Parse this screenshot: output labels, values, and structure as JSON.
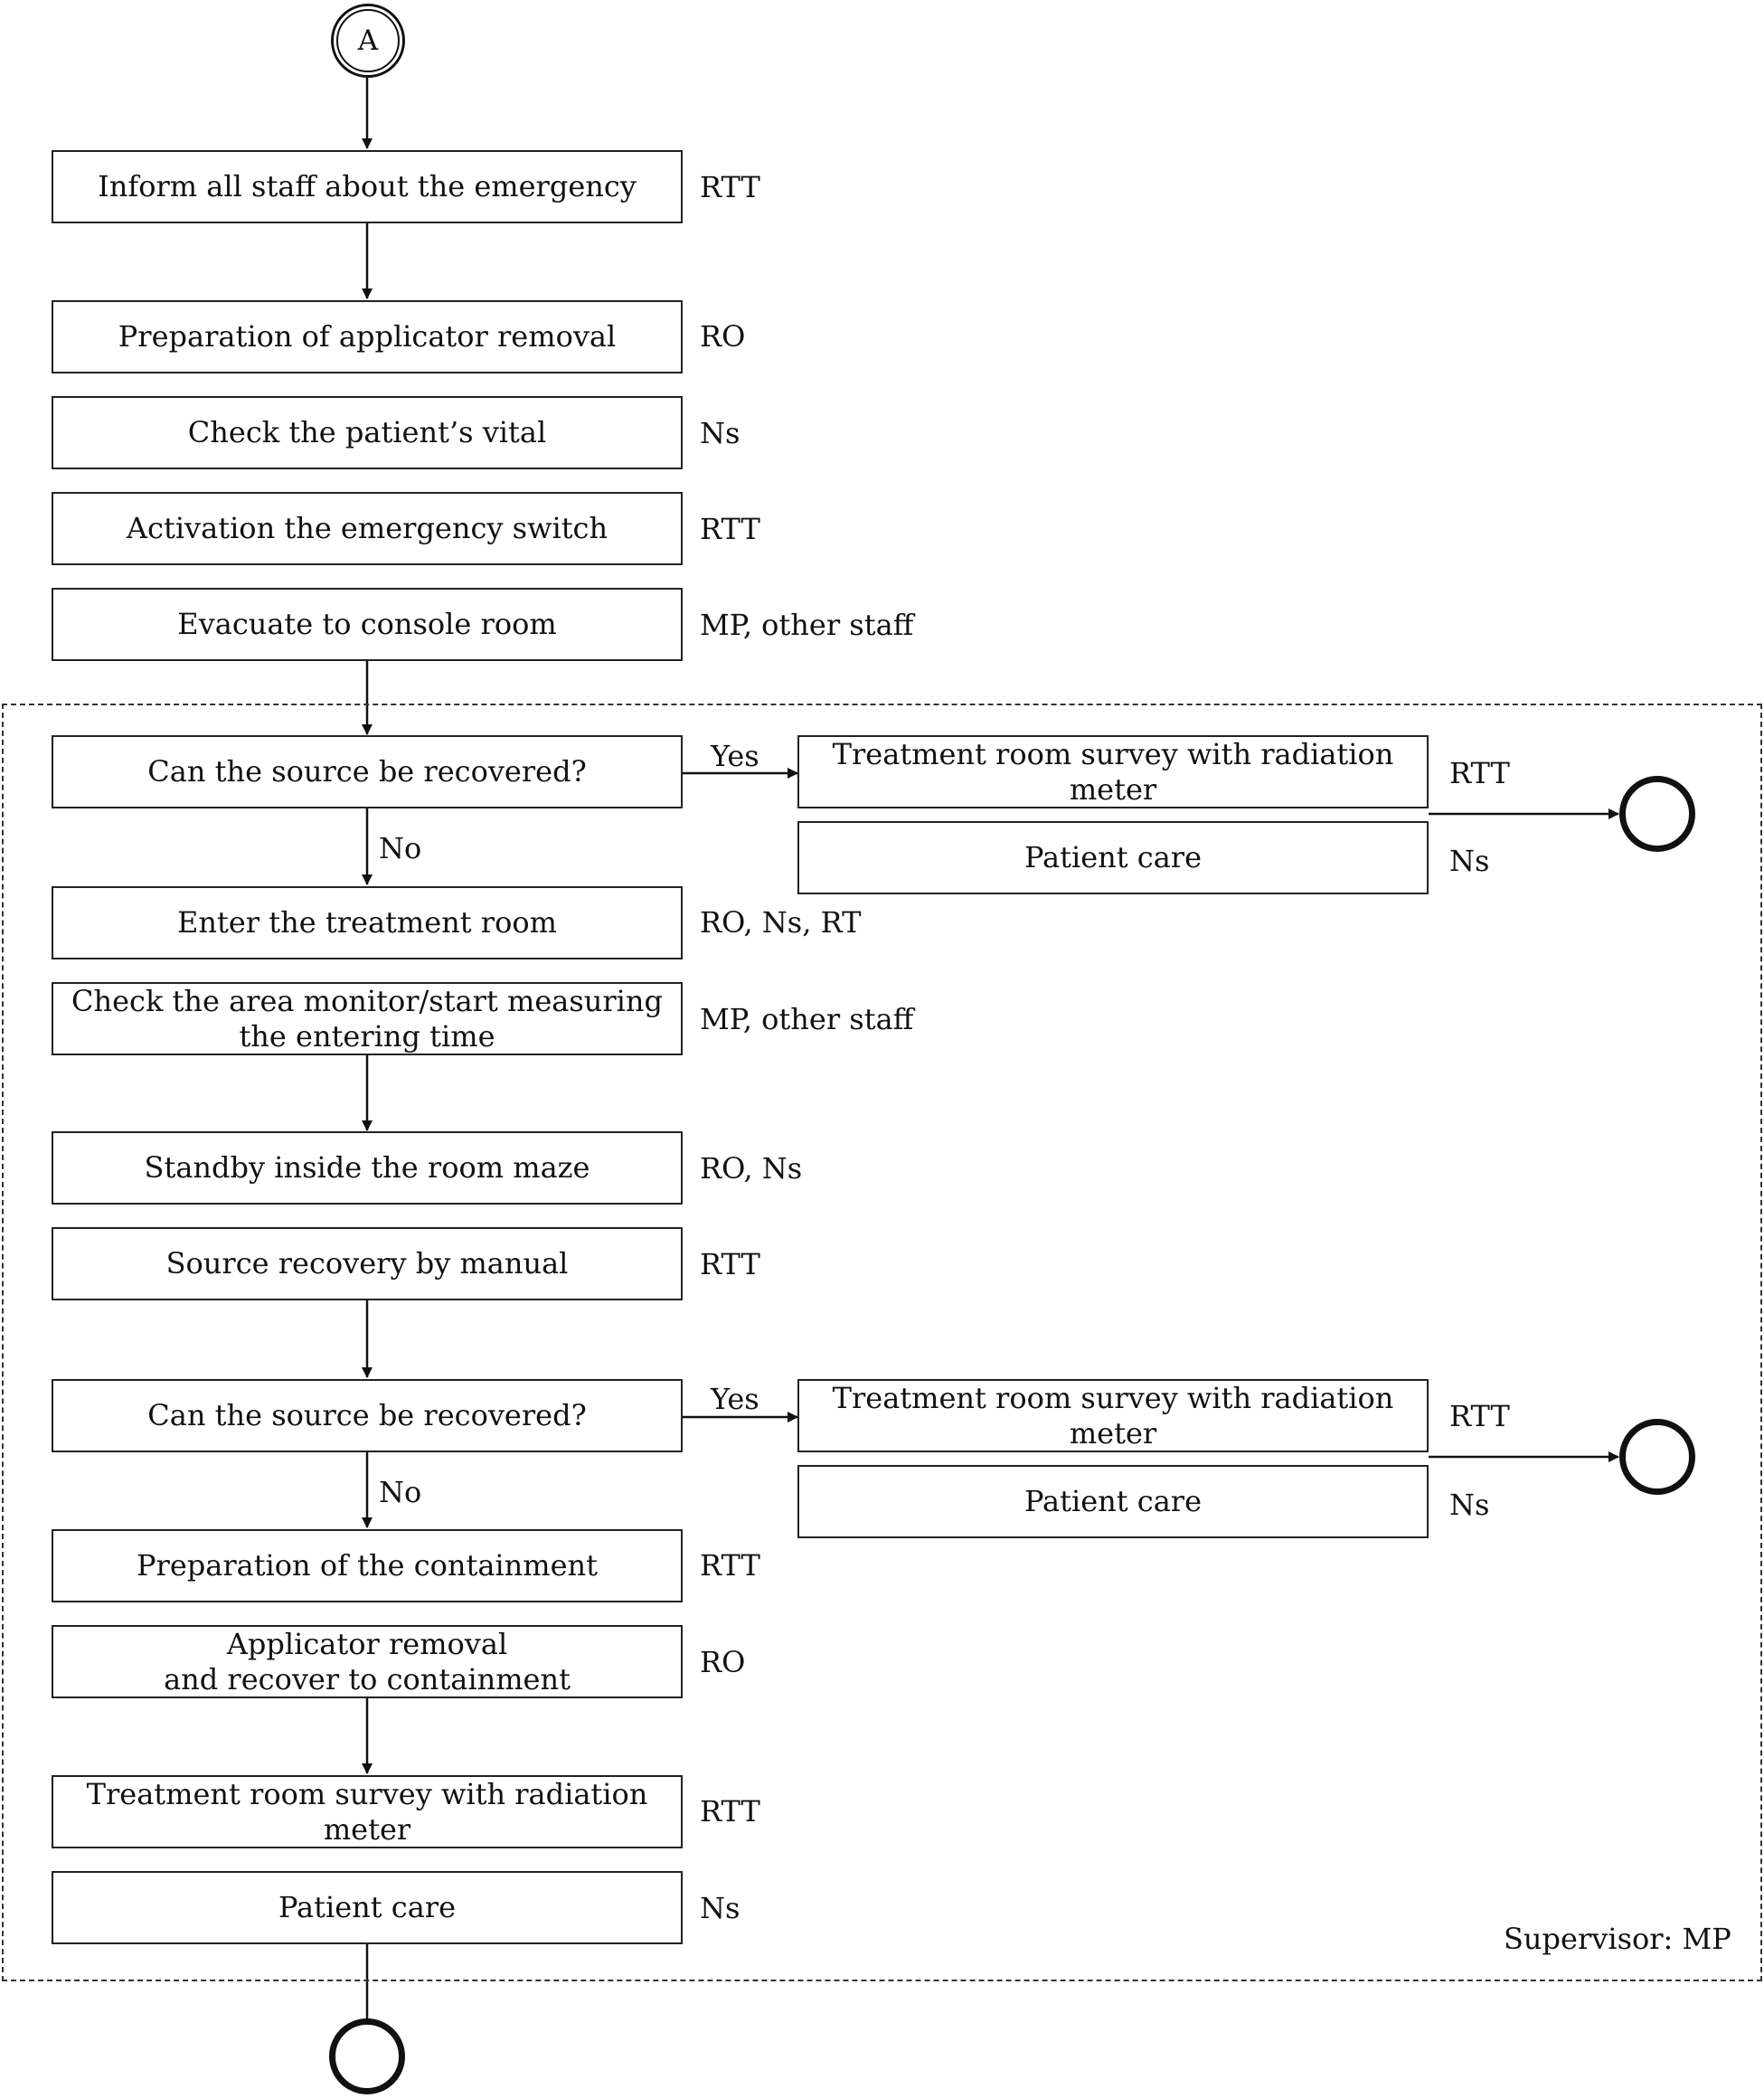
{
  "start_connector": "A",
  "steps": [
    {
      "text": "Inform all staff about the emergency",
      "role": "RTT"
    },
    {
      "text": "Preparation of applicator removal",
      "role": "RO"
    },
    {
      "text": "Check the patient’s vital",
      "role": "Ns"
    },
    {
      "text": "Activation the emergency switch",
      "role": "RTT"
    },
    {
      "text": "Evacuate to console room",
      "role": "MP, other staff"
    },
    {
      "text": "Can the source be recovered?",
      "role": ""
    },
    {
      "text": "Enter the treatment room",
      "role": "RO, Ns, RT"
    },
    {
      "text": "Check the area monitor/start measuring\nthe entering time",
      "role": "MP, other staff"
    },
    {
      "text": "Standby inside the room maze",
      "role": "RO, Ns"
    },
    {
      "text": "Source recovery by manual",
      "role": "RTT"
    },
    {
      "text": "Can the source be recovered?",
      "role": ""
    },
    {
      "text": "Preparation of the containment",
      "role": "RTT"
    },
    {
      "text": "Applicator removal\nand recover to containment",
      "role": "RO"
    },
    {
      "text": "Treatment room survey with radiation meter",
      "role": "RTT"
    },
    {
      "text": "Patient care",
      "role": "Ns"
    }
  ],
  "branches": [
    {
      "yes_label": "Yes",
      "no_label": "No",
      "boxes": [
        {
          "text": "Treatment room survey with radiation meter",
          "role": "RTT"
        },
        {
          "text": "Patient care",
          "role": "Ns"
        }
      ]
    },
    {
      "yes_label": "Yes",
      "no_label": "No",
      "boxes": [
        {
          "text": "Treatment room survey with radiation meter",
          "role": "RTT"
        },
        {
          "text": "Patient care",
          "role": "Ns"
        }
      ]
    }
  ],
  "supervisor_label": "Supervisor: MP"
}
